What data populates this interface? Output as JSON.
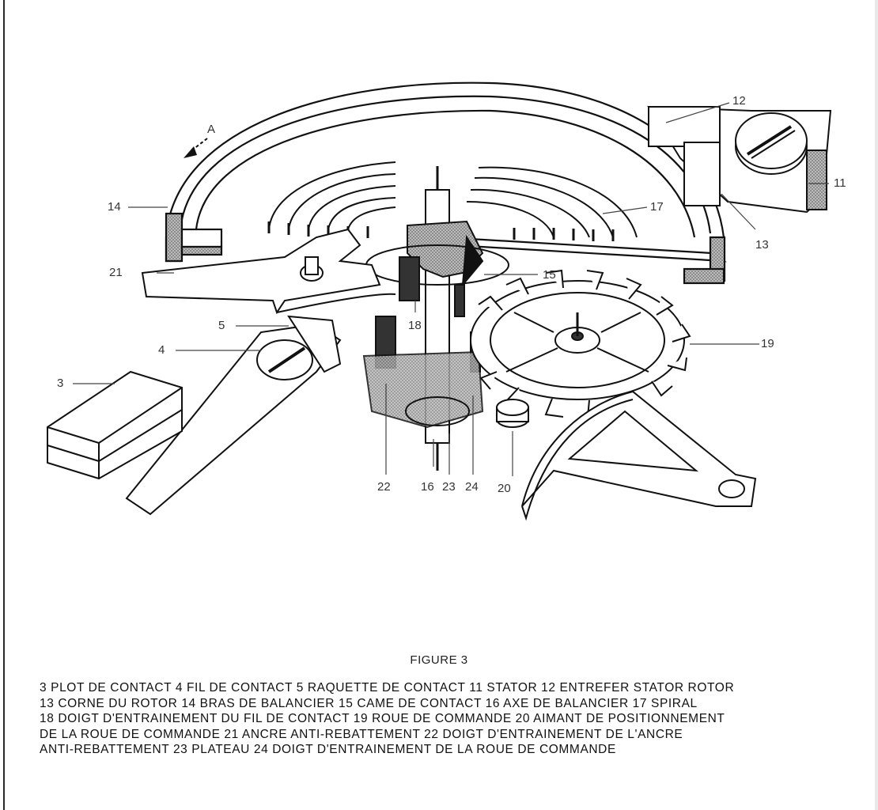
{
  "figure": {
    "title": "FIGURE 3",
    "arrow_label": "A",
    "callouts": [
      "3",
      "4",
      "5",
      "11",
      "12",
      "13",
      "14",
      "15",
      "16",
      "17",
      "18",
      "19",
      "20",
      "21",
      "22",
      "23",
      "24"
    ]
  },
  "caption": {
    "lines": [
      "3 PLOT DE CONTACT  4 FIL DE CONTACT  5 RAQUETTE DE CONTACT  11 STATOR  12 ENTREFER STATOR ROTOR",
      "13 CORNE DU ROTOR  14 BRAS DE BALANCIER  15 CAME DE CONTACT  16 AXE DE BALANCIER  17 SPIRAL",
      "18 DOIGT D'ENTRAINEMENT DU FIL DE CONTACT  19 ROUE DE COMMANDE  20 AIMANT DE POSITIONNEMENT",
      "DE LA ROUE DE COMMANDE  21 ANCRE ANTI-REBATTEMENT  22 DOIGT D'ENTRAINEMENT DE L'ANCRE",
      "ANTI-REBATTEMENT  23 PLATEAU  24 DOIGT D'ENTRAINEMENT DE LA ROUE DE COMMANDE"
    ]
  }
}
